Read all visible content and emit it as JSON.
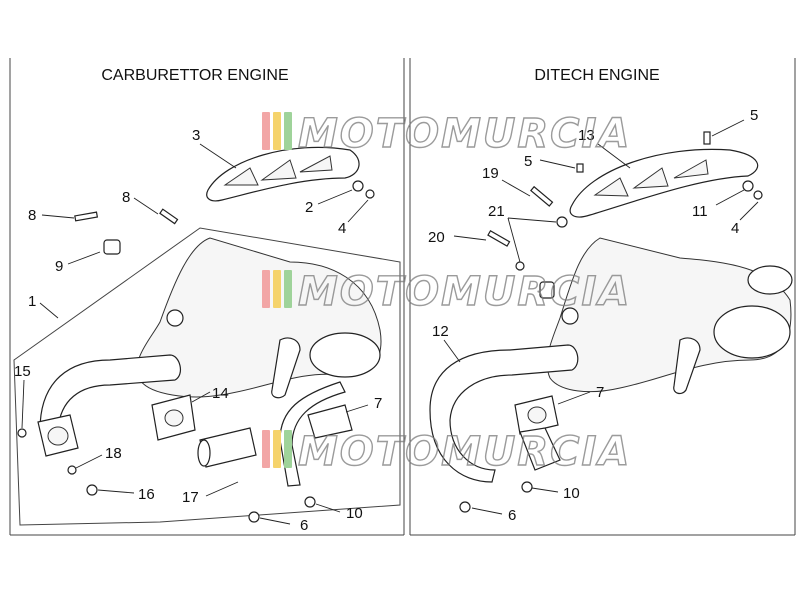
{
  "left_panel": {
    "title": "CARBURETTOR ENGINE",
    "callouts": [
      "1",
      "2",
      "3",
      "4",
      "6",
      "7",
      "8",
      "8",
      "9",
      "10",
      "14",
      "15",
      "16",
      "17",
      "18"
    ]
  },
  "right_panel": {
    "title": "DITECH ENGINE",
    "callouts": [
      "4",
      "5",
      "5",
      "6",
      "7",
      "10",
      "11",
      "12",
      "13",
      "19",
      "20",
      "21"
    ]
  },
  "watermark": {
    "text": "MOTOMURCIA",
    "colors": [
      "#f2a6a6",
      "#f5d36b",
      "#9fd39a"
    ]
  }
}
